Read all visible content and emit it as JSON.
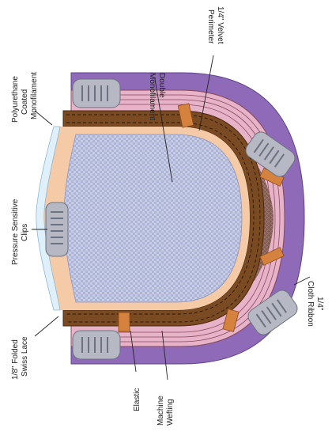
{
  "labels": {
    "poly_coated_mono": [
      "Polyurethane",
      "Coated",
      "Monofilament"
    ],
    "double_mono": [
      "Double",
      "Monofilament"
    ],
    "velvet_perimeter": [
      "1/4\" Velvet",
      "Perimeter"
    ],
    "pressure_clips": [
      "Pressure Sensitive",
      "Clips"
    ],
    "swiss_lace": [
      "1/8\" Folded",
      "Swiss Lace"
    ],
    "elastic": [
      "Elastic"
    ],
    "machine_wefting": [
      "Machine",
      "Wefting"
    ],
    "cloth_ribbon": [
      "1/4\"",
      "Cloth Ribbon"
    ]
  },
  "colors": {
    "cloth_ribbon": "#8e6ab8",
    "wefting": "#e7b3c9",
    "wefting_line": "#8b4a5b",
    "velvet": "#7a4a22",
    "elastic": "#d6823f",
    "lace": "#f5cba7",
    "mono_base": "#c8cde6",
    "mono_check": "#9ca3c8",
    "clip_metal": "#b6b9c3",
    "clip_dark": "#6d7280",
    "poly_edge": "#dff0fb"
  }
}
